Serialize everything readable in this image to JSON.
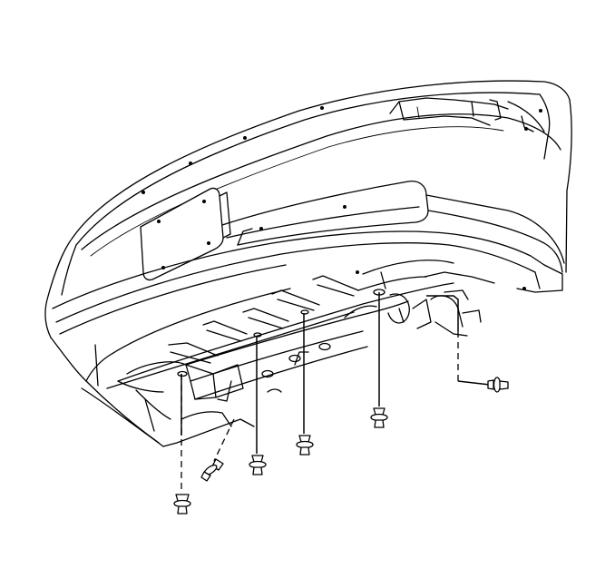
{
  "diagram": {
    "type": "exploded-assembly-line-drawing",
    "subject": "bumper-fascia-underside",
    "line_color": "#000000",
    "background_color": "#ffffff",
    "fasteners": [
      {
        "id": "push-pin-1",
        "style": "push-in-retainer",
        "orientation": "vertical"
      },
      {
        "id": "push-pin-2",
        "style": "push-in-retainer",
        "orientation": "angled"
      },
      {
        "id": "push-pin-3",
        "style": "push-in-retainer",
        "orientation": "vertical"
      },
      {
        "id": "push-pin-4",
        "style": "push-in-retainer",
        "orientation": "vertical"
      },
      {
        "id": "push-pin-5",
        "style": "push-in-retainer",
        "orientation": "vertical"
      },
      {
        "id": "push-pin-6",
        "style": "push-in-retainer",
        "orientation": "horizontal"
      }
    ]
  }
}
